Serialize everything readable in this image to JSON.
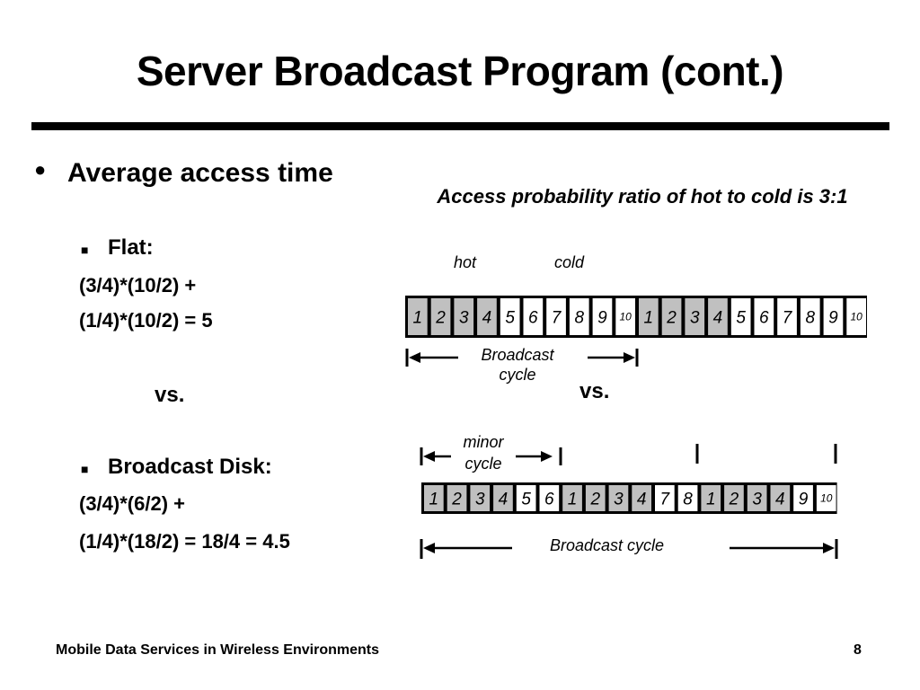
{
  "title": "Server Broadcast Program (cont.)",
  "left": {
    "bullet": "Average access time",
    "flat_label": "Flat:",
    "flat_line1": "(3/4)*(10/2) +",
    "flat_line2": "(1/4)*(10/2) = 5",
    "vs": "vs.",
    "disk_label": "Broadcast Disk:",
    "disk_line1": "(3/4)*(6/2) +",
    "disk_line2": "(1/4)*(18/2) = 18/4 = 4.5"
  },
  "diagram": {
    "caption": "Access probability ratio of hot to cold is 3:1",
    "hot_label": "hot",
    "cold_label": "cold",
    "flat_cells": [
      1,
      2,
      3,
      4,
      5,
      6,
      7,
      8,
      9,
      10,
      1,
      2,
      3,
      4,
      5,
      6,
      7,
      8,
      9,
      10
    ],
    "flat_hot": [
      true,
      true,
      true,
      true,
      false,
      false,
      false,
      false,
      false,
      false,
      true,
      true,
      true,
      true,
      false,
      false,
      false,
      false,
      false,
      false
    ],
    "flat_cycle_label": "Broadcast cycle",
    "vs": "vs.",
    "minor_cycle_label": "minor cycle",
    "disk_cells": [
      1,
      2,
      3,
      4,
      5,
      6,
      1,
      2,
      3,
      4,
      7,
      8,
      1,
      2,
      3,
      4,
      9,
      10
    ],
    "disk_hot": [
      true,
      true,
      true,
      true,
      false,
      false,
      true,
      true,
      true,
      true,
      false,
      false,
      true,
      true,
      true,
      true,
      false,
      false
    ],
    "disk_cycle_label": "Broadcast cycle",
    "colors": {
      "hot": "#c0c0c0",
      "cold": "#ffffff",
      "line": "#000000"
    }
  },
  "footer": {
    "text": "Mobile Data Services in Wireless Environments",
    "page": "8"
  }
}
